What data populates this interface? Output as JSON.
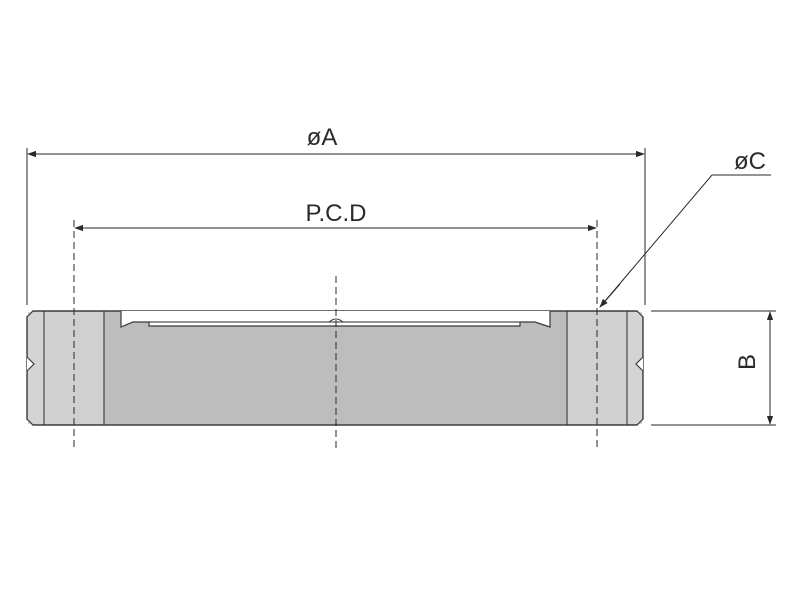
{
  "labels": {
    "outer_diameter": "øA",
    "pitch_circle_diameter": "P.C.D",
    "hole_diameter": "øC",
    "thickness": "B"
  },
  "colors": {
    "body_fill": "#bdbdbd",
    "edge_fill": "#d3d3d3",
    "line": "#2a2a2a",
    "background": "#ffffff"
  }
}
